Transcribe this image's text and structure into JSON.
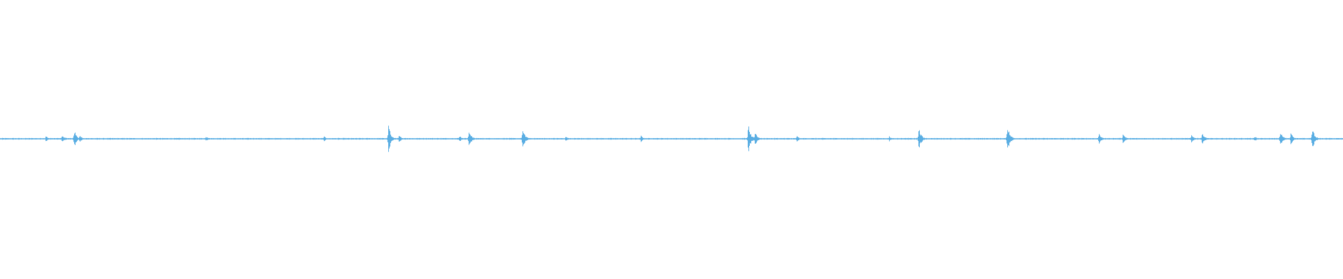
{
  "waveform": {
    "color": "#5aaee3",
    "baseline_amplitude": 0.025,
    "bursts": [
      {
        "t": 0.034,
        "amplitude": 0.12
      },
      {
        "t": 0.046,
        "amplitude": 0.16
      },
      {
        "t": 0.055,
        "amplitude": 0.35
      },
      {
        "t": 0.059,
        "amplitude": 0.14
      },
      {
        "t": 0.153,
        "amplitude": 0.1
      },
      {
        "t": 0.241,
        "amplitude": 0.1
      },
      {
        "t": 0.289,
        "amplitude": 0.55
      },
      {
        "t": 0.297,
        "amplitude": 0.14
      },
      {
        "t": 0.342,
        "amplitude": 0.12
      },
      {
        "t": 0.349,
        "amplitude": 0.35
      },
      {
        "t": 0.389,
        "amplitude": 0.4
      },
      {
        "t": 0.421,
        "amplitude": 0.1
      },
      {
        "t": 0.477,
        "amplitude": 0.12
      },
      {
        "t": 0.557,
        "amplitude": 0.55
      },
      {
        "t": 0.562,
        "amplitude": 0.3
      },
      {
        "t": 0.593,
        "amplitude": 0.12
      },
      {
        "t": 0.662,
        "amplitude": 0.1
      },
      {
        "t": 0.684,
        "amplitude": 0.45
      },
      {
        "t": 0.75,
        "amplitude": 0.55
      },
      {
        "t": 0.818,
        "amplitude": 0.22
      },
      {
        "t": 0.836,
        "amplitude": 0.2
      },
      {
        "t": 0.887,
        "amplitude": 0.18
      },
      {
        "t": 0.895,
        "amplitude": 0.24
      },
      {
        "t": 0.934,
        "amplitude": 0.1
      },
      {
        "t": 0.953,
        "amplitude": 0.32
      },
      {
        "t": 0.961,
        "amplitude": 0.22
      },
      {
        "t": 0.977,
        "amplitude": 0.45
      }
    ]
  }
}
